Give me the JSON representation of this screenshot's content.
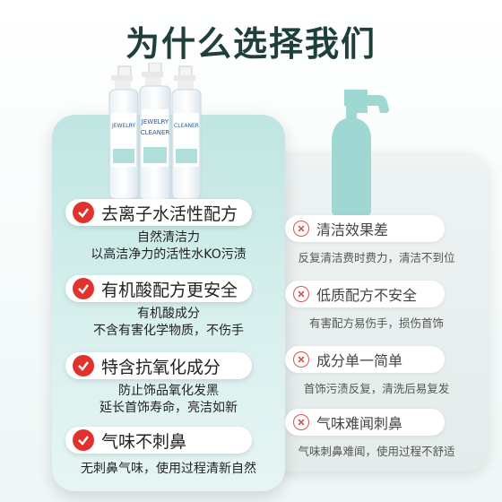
{
  "title": "为什么选择我们",
  "product": {
    "label_line1": "JEWELRY",
    "label_line2": "CLEANER"
  },
  "ours": [
    {
      "title": "去离子水活性配方",
      "desc": [
        "自然清洁力",
        "以高洁净力的活性水KO污渍"
      ]
    },
    {
      "title": "有机酸配方更安全",
      "desc": [
        "有机酸成分",
        "不含有害化学物质，不伤手"
      ]
    },
    {
      "title": "特含抗氧化成分",
      "desc": [
        "防止饰品氧化发黑",
        "延长首饰寿命，亮洁如新"
      ]
    },
    {
      "title": "气味不刺鼻",
      "desc": [
        "无刺鼻气味，使用过程清新自然"
      ]
    }
  ],
  "others": [
    {
      "title": "清洁效果差",
      "desc": "反复清洁费时费力，清洁不到位"
    },
    {
      "title": "低质配方不安全",
      "desc": "有害配方易伤手，损伤首饰"
    },
    {
      "title": "成分单一简单",
      "desc": "首饰污渍反复，清洗后易复发"
    },
    {
      "title": "气味难闻刺鼻",
      "desc": "气味刺鼻难闻，使用过程不舒适"
    }
  ],
  "colors": {
    "check": "#e0332e",
    "accent": "#6fc1bb",
    "title": "#1f3f3b"
  }
}
